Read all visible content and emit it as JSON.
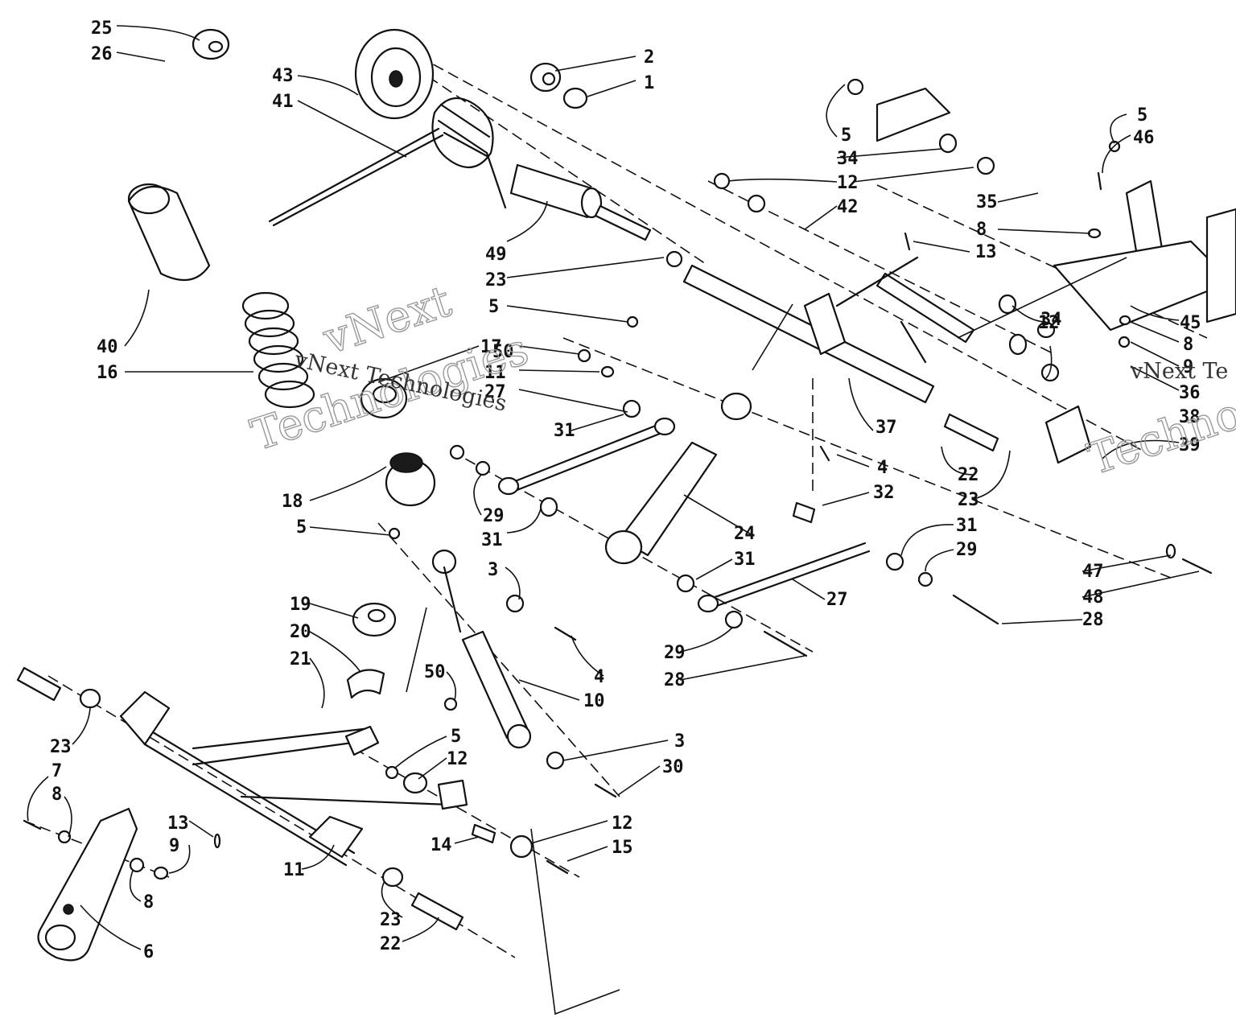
{
  "callouts": [
    {
      "id": "c25",
      "text": "25"
    },
    {
      "id": "c26",
      "text": "26"
    },
    {
      "id": "c43",
      "text": "43"
    },
    {
      "id": "c41",
      "text": "41"
    },
    {
      "id": "c2",
      "text": "2"
    },
    {
      "id": "c1",
      "text": "1"
    },
    {
      "id": "c49",
      "text": "49"
    },
    {
      "id": "c23a",
      "text": "23"
    },
    {
      "id": "c40",
      "text": "40"
    },
    {
      "id": "c16",
      "text": "16"
    },
    {
      "id": "c17",
      "text": "17"
    },
    {
      "id": "c50a",
      "text": "50"
    },
    {
      "id": "c11a",
      "text": "11"
    },
    {
      "id": "c27a",
      "text": "27"
    },
    {
      "id": "c31a",
      "text": "31"
    },
    {
      "id": "c18",
      "text": "18"
    },
    {
      "id": "c5a",
      "text": "5"
    },
    {
      "id": "c5b",
      "text": "5"
    },
    {
      "id": "c29a",
      "text": "29"
    },
    {
      "id": "c31b",
      "text": "31"
    },
    {
      "id": "c3a",
      "text": "3"
    },
    {
      "id": "c4a",
      "text": "4"
    },
    {
      "id": "c19",
      "text": "19"
    },
    {
      "id": "c20",
      "text": "20"
    },
    {
      "id": "c21",
      "text": "21"
    },
    {
      "id": "c50b",
      "text": "50"
    },
    {
      "id": "c10",
      "text": "10"
    },
    {
      "id": "c5c",
      "text": "5"
    },
    {
      "id": "c12a",
      "text": "12"
    },
    {
      "id": "c23b",
      "text": "23"
    },
    {
      "id": "c7",
      "text": "7"
    },
    {
      "id": "c8a",
      "text": "8"
    },
    {
      "id": "c13a",
      "text": "13"
    },
    {
      "id": "c9a",
      "text": "9"
    },
    {
      "id": "c14",
      "text": "14"
    },
    {
      "id": "c12b",
      "text": "12"
    },
    {
      "id": "c15",
      "text": "15"
    },
    {
      "id": "c3b",
      "text": "3"
    },
    {
      "id": "c30",
      "text": "30"
    },
    {
      "id": "c11b",
      "text": "11"
    },
    {
      "id": "c8b",
      "text": "8"
    },
    {
      "id": "c6",
      "text": "6"
    },
    {
      "id": "c23c",
      "text": "23"
    },
    {
      "id": "c22a",
      "text": "22"
    },
    {
      "id": "c5d",
      "text": "5"
    },
    {
      "id": "c34a",
      "text": "34"
    },
    {
      "id": "c12c",
      "text": "12"
    },
    {
      "id": "c42",
      "text": "42"
    },
    {
      "id": "c13b",
      "text": "13"
    },
    {
      "id": "c35",
      "text": "35"
    },
    {
      "id": "c8c",
      "text": "8"
    },
    {
      "id": "c5e",
      "text": "5"
    },
    {
      "id": "c46",
      "text": "46"
    },
    {
      "id": "c45",
      "text": "45"
    },
    {
      "id": "c8d",
      "text": "8"
    },
    {
      "id": "c9b",
      "text": "9"
    },
    {
      "id": "c36",
      "text": "36"
    },
    {
      "id": "c38",
      "text": "38"
    },
    {
      "id": "c39",
      "text": "39"
    },
    {
      "id": "c12d",
      "text": "12"
    },
    {
      "id": "c34b",
      "text": "34"
    },
    {
      "id": "c37",
      "text": "37"
    },
    {
      "id": "c22b",
      "text": "22"
    },
    {
      "id": "c23d",
      "text": "23"
    },
    {
      "id": "c4b",
      "text": "4"
    },
    {
      "id": "c32",
      "text": "32"
    },
    {
      "id": "c24",
      "text": "24"
    },
    {
      "id": "c31c",
      "text": "31"
    },
    {
      "id": "c29b",
      "text": "29"
    },
    {
      "id": "c31d",
      "text": "31"
    },
    {
      "id": "c27b",
      "text": "27"
    },
    {
      "id": "c47",
      "text": "47"
    },
    {
      "id": "c48",
      "text": "48"
    },
    {
      "id": "c28a",
      "text": "28"
    },
    {
      "id": "c29c",
      "text": "29"
    },
    {
      "id": "c28b",
      "text": "28"
    }
  ],
  "watermark": {
    "line1": "vNext",
    "line2": "Technologies",
    "inline": "vNext Technologies",
    "right1": "vNext Te",
    "right2": "Techno"
  }
}
